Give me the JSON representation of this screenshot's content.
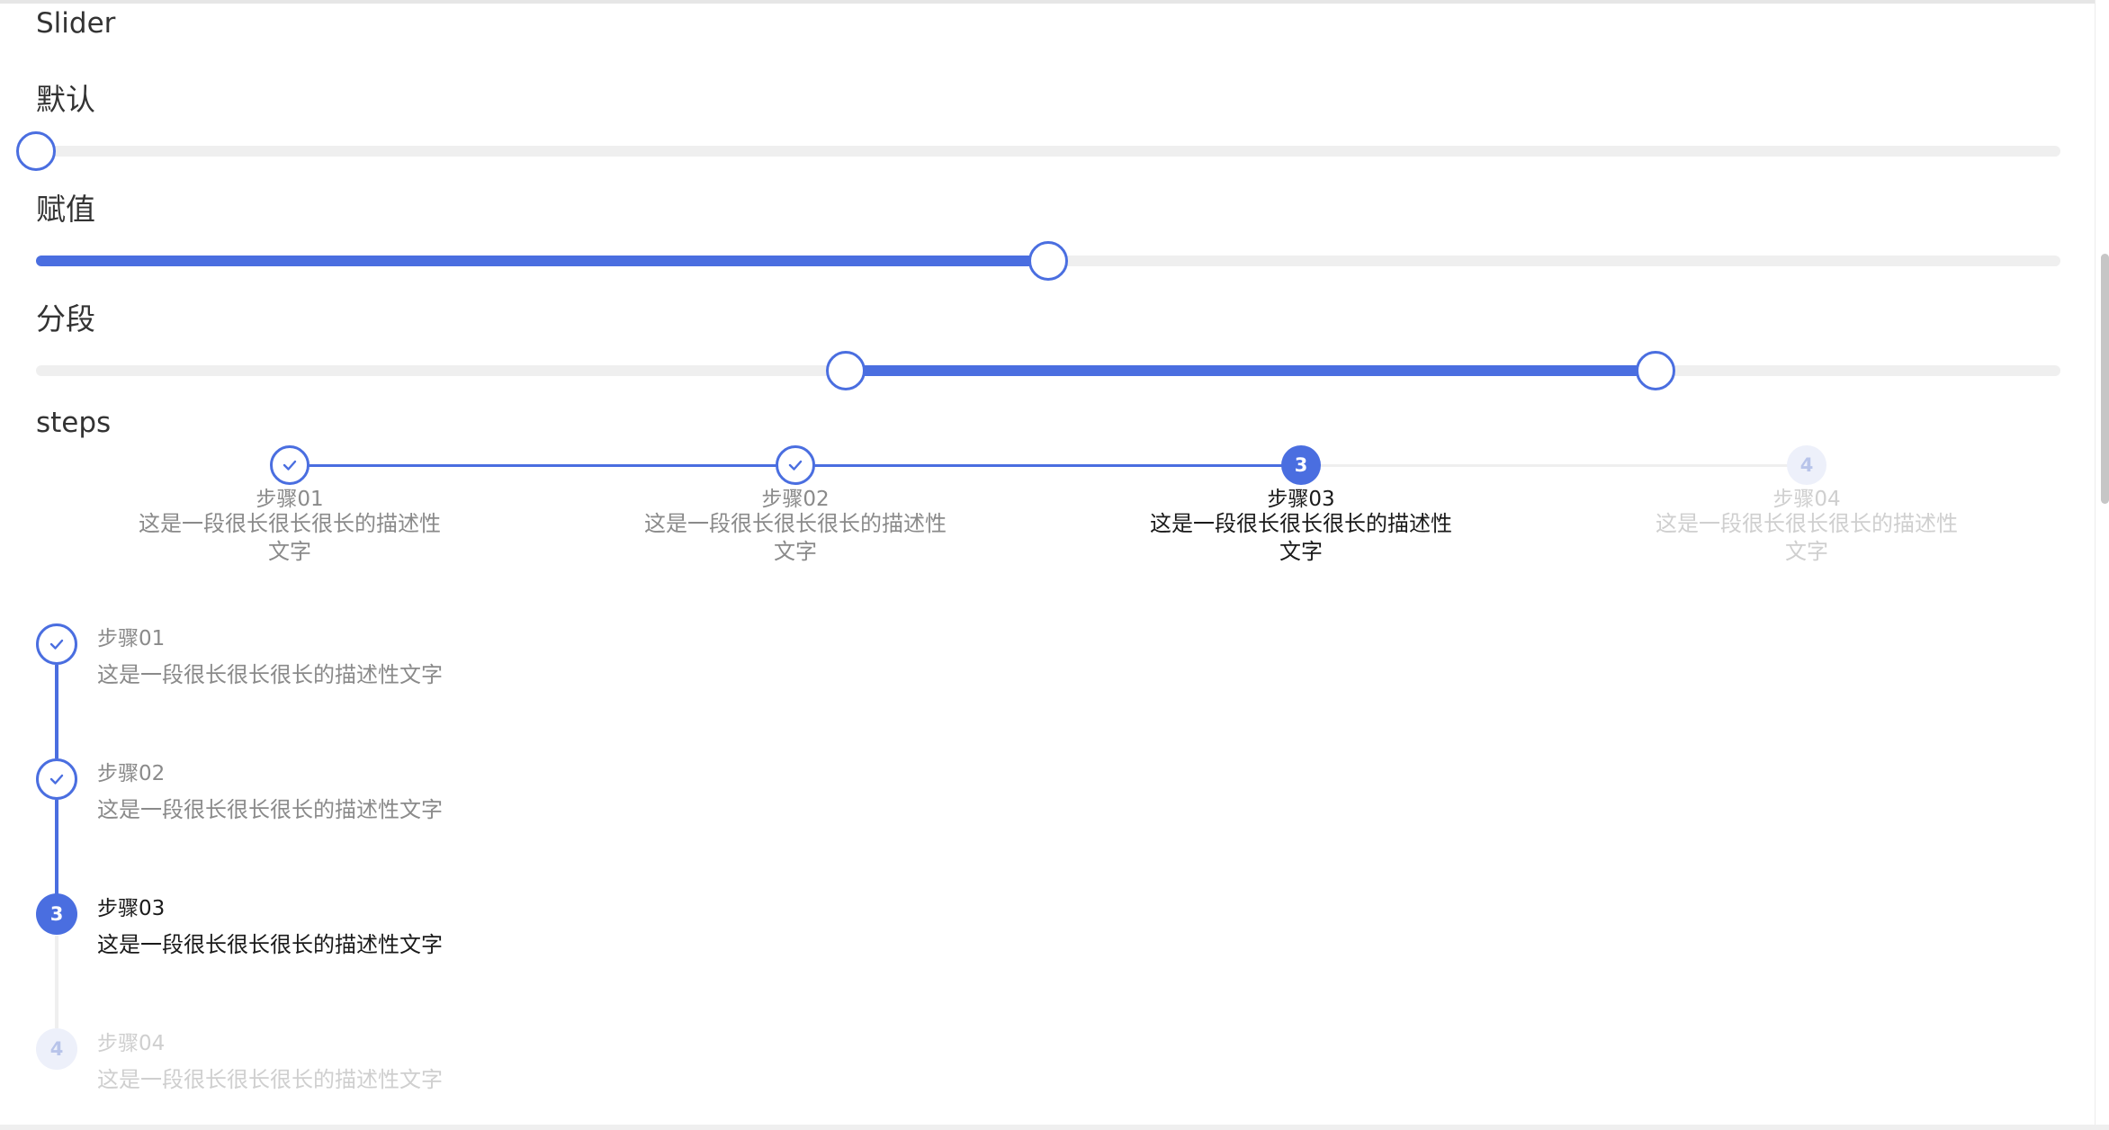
{
  "page": {
    "title": "Slider"
  },
  "sliders": {
    "default_label": "默认",
    "assigned_label": "赋值",
    "range_label": "分段",
    "default_value": 0,
    "assigned_value": 50,
    "range_values": [
      40,
      80
    ]
  },
  "steps": {
    "label": "steps",
    "current": 3,
    "items": [
      {
        "number": "1",
        "title": "步骤01",
        "description": "这是一段很长很长很长的描述性文字",
        "status": "finish"
      },
      {
        "number": "2",
        "title": "步骤02",
        "description": "这是一段很长很长很长的描述性文字",
        "status": "finish"
      },
      {
        "number": "3",
        "title": "步骤03",
        "description": "这是一段很长很长很长的描述性文字",
        "status": "process"
      },
      {
        "number": "4",
        "title": "步骤04",
        "description": "这是一段很长很长很长的描述性文字",
        "status": "wait"
      }
    ]
  },
  "colors": {
    "accent": "#4a6ee0",
    "rail": "#efefef",
    "wait_circle": "#edf0fa",
    "done_text": "#8a8a8a",
    "wait_text": "#cfcfcf"
  },
  "icons": {
    "finish": "check-icon"
  }
}
